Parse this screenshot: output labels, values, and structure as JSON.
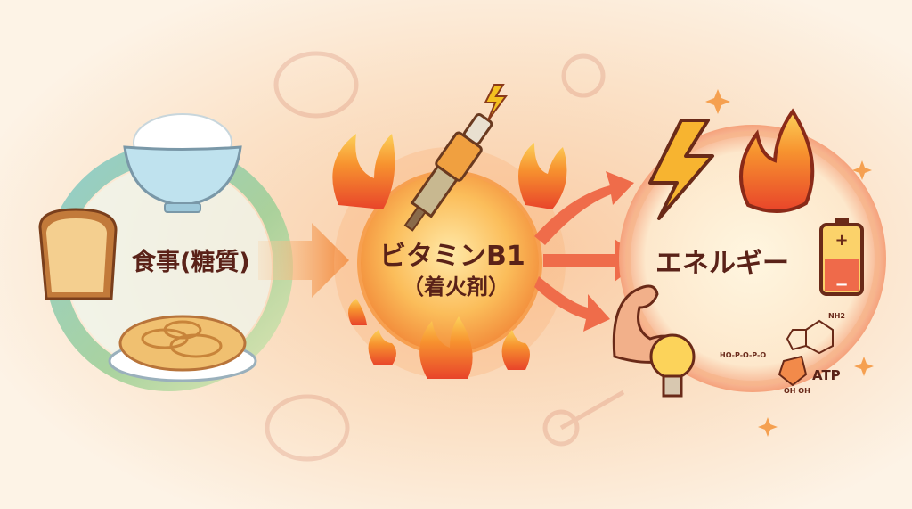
{
  "food": {
    "label": "食事(糖質)",
    "items": [
      "rice-bowl-icon",
      "bread-icon",
      "pasta-icon"
    ]
  },
  "vitamin": {
    "label": "ビタミンB1",
    "sublabel": "（着火剤）"
  },
  "energy": {
    "label": "エネルギー",
    "atp_label": "ATP",
    "atp_formula": {
      "phosphates": "HO-P-O-P-O",
      "amine": "NH2",
      "hydroxyls": "OH OH"
    }
  },
  "colors": {
    "background": "#fdf3e6",
    "food_ring": "#6fb8b0",
    "vitamin_glow": "#f7a24a",
    "arrow": "#ee6a4a",
    "text": "#5a2218"
  }
}
